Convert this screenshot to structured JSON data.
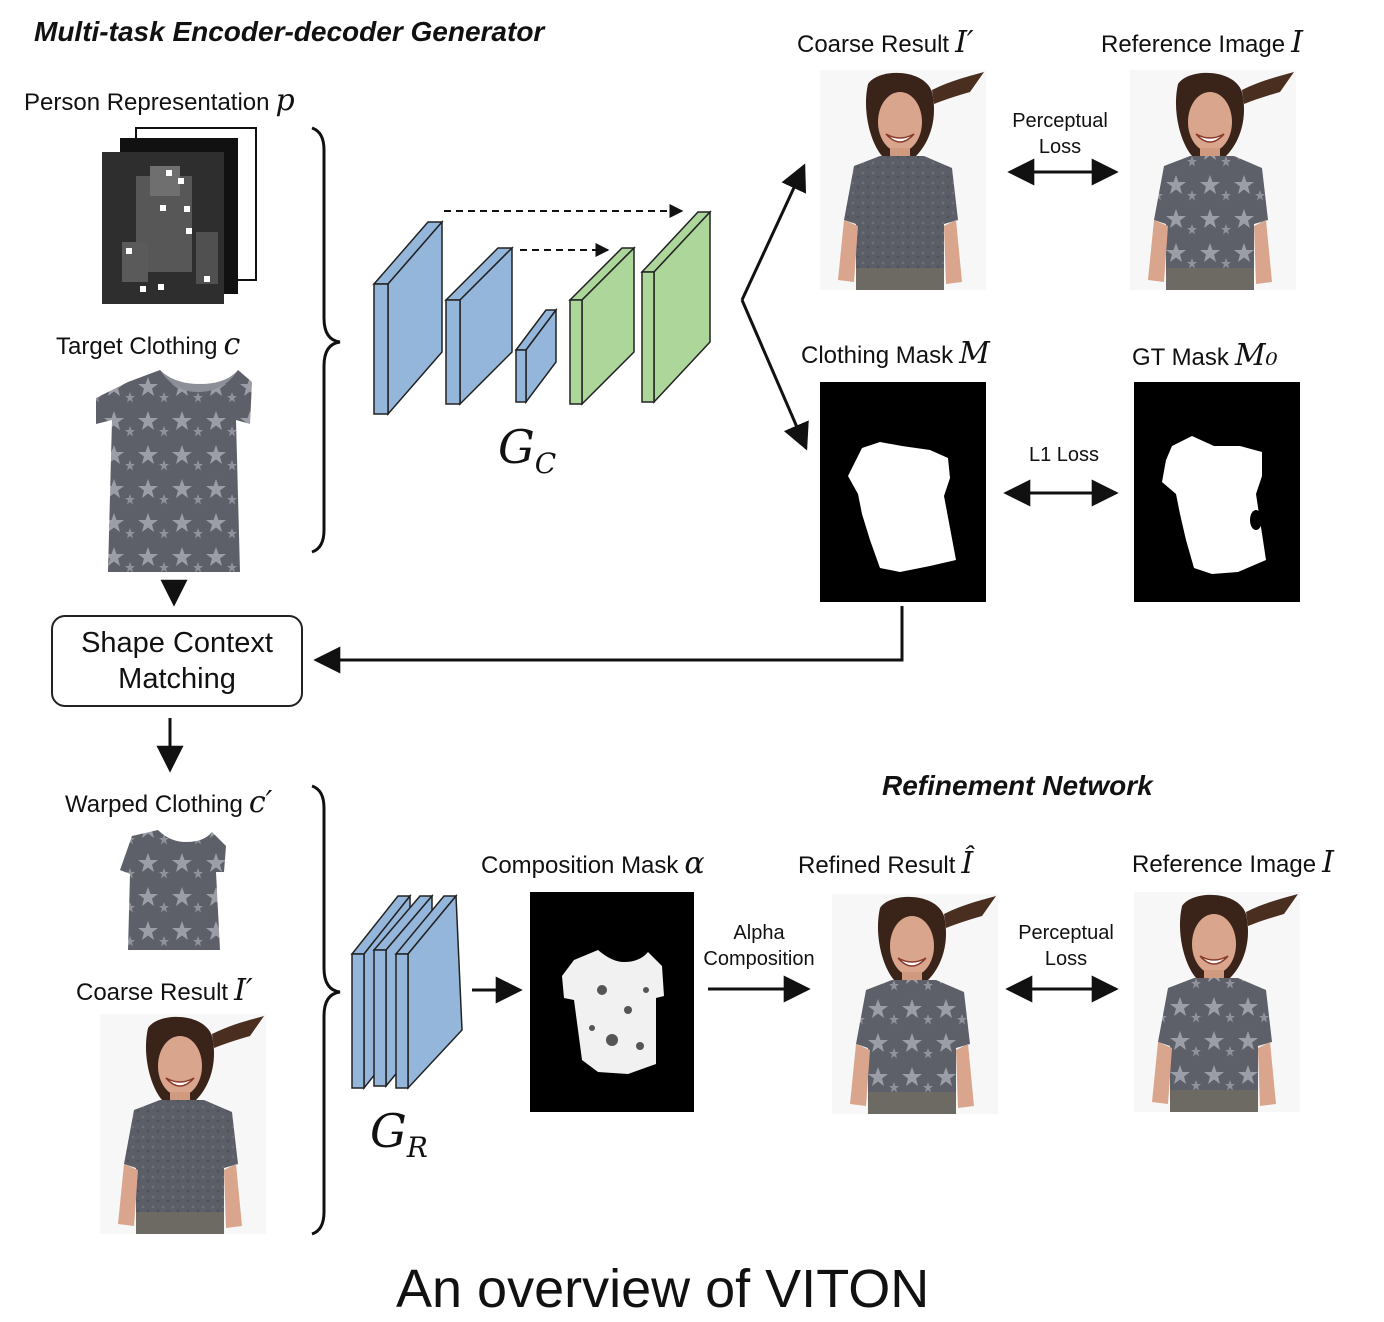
{
  "headers": {
    "generator": "Multi-task Encoder-decoder Generator",
    "refinement": "Refinement Network"
  },
  "labels": {
    "person_representation": {
      "text": "Person Representation",
      "math": "p"
    },
    "target_clothing": {
      "text": "Target Clothing",
      "math": "c"
    },
    "coarse_result_top": {
      "text": "Coarse Result",
      "math": "I′"
    },
    "reference_top": {
      "text": "Reference Image",
      "math": "I"
    },
    "clothing_mask": {
      "text": "Clothing Mask",
      "math": "M"
    },
    "gt_mask": {
      "text": "GT Mask",
      "math": "M₀"
    },
    "warped_clothing": {
      "text": "Warped Clothing",
      "math": "c′"
    },
    "coarse_result_bottom": {
      "text": "Coarse Result",
      "math": "I′"
    },
    "composition_mask": {
      "text": "Composition Mask",
      "math": "α"
    },
    "refined_result": {
      "text": "Refined Result",
      "math": "Î"
    },
    "reference_bottom": {
      "text": "Reference Image",
      "math": "I"
    }
  },
  "losses": {
    "perceptual_top": [
      "Perceptual",
      "Loss"
    ],
    "l1": "L1 Loss",
    "alpha": [
      "Alpha",
      "Composition"
    ],
    "perceptual_bottom": [
      "Perceptual",
      "Loss"
    ]
  },
  "networks": {
    "gc": {
      "base": "G",
      "sub": "C"
    },
    "gr": {
      "base": "G",
      "sub": "R"
    }
  },
  "shape_context": [
    "Shape Context",
    "Matching"
  ],
  "caption": "An overview of VITON",
  "colors": {
    "encoder_blue": "#94b6db",
    "decoder_green": "#acd69a",
    "shirt_gray": "#5d5f69",
    "pants_gray": "#6d6a63",
    "skin": "#d9a58c",
    "hair": "#3a2419"
  }
}
